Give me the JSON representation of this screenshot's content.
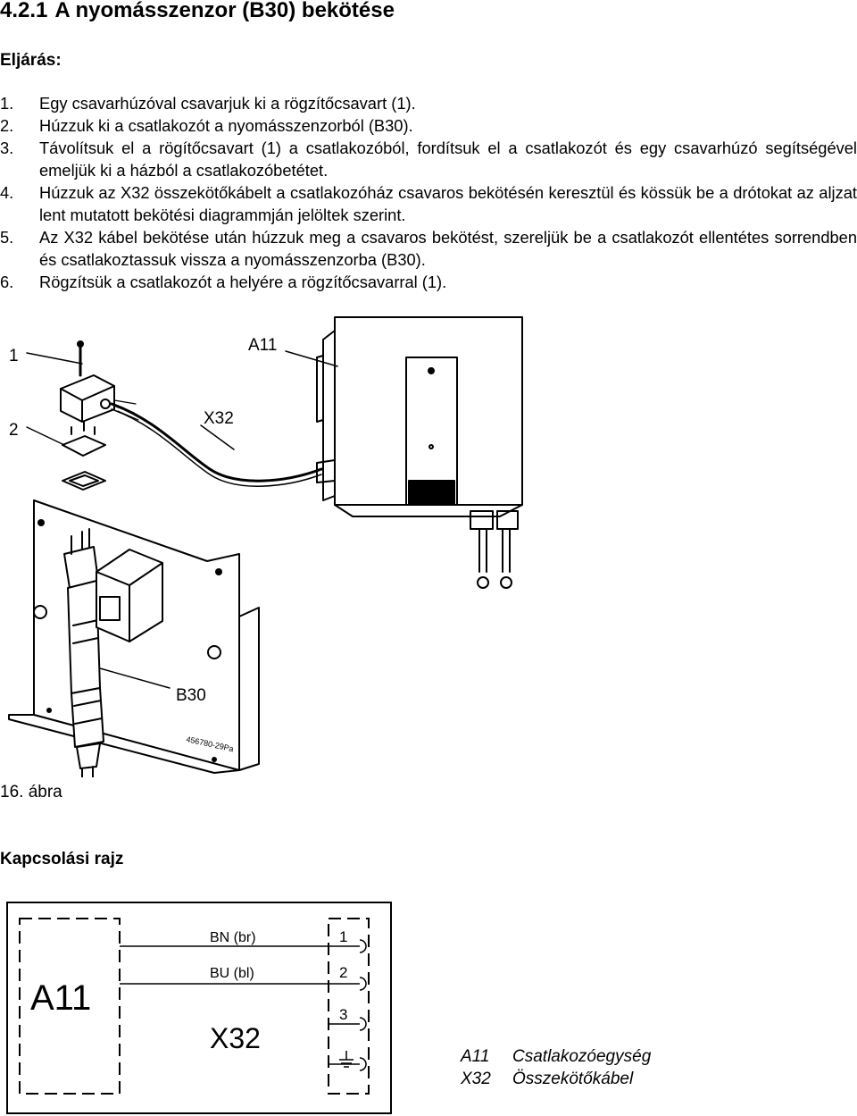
{
  "section": {
    "number": "4.2.1",
    "title": "A nyomásszenzor (B30) bekötése"
  },
  "procedure_label": "Eljárás:",
  "steps": [
    {
      "n": "1.",
      "text": "Egy csavarhúzóval csavarjuk ki a rögzítőcsavart (1)."
    },
    {
      "n": "2.",
      "text": "Húzzuk ki a csatlakozót a nyomásszenzorból (B30)."
    },
    {
      "n": "3.",
      "text": "Távolítsuk el a rögítőcsavart (1) a csatlakozóból, fordítsuk el a csatlakozót és egy csavarhúzó segítségével emeljük ki a házból a csatlakozóbetétet."
    },
    {
      "n": "4.",
      "text": "Húzzuk az X32 összekötőkábelt a csatlakozóház csavaros bekötésén keresztül és kössük be a drótokat az aljzat lent mutatott bekötési diagrammján jelöltek szerint."
    },
    {
      "n": "5.",
      "text": "Az X32 kábel bekötése után húzzuk meg a csavaros bekötést, szereljük be a csatlakozót ellentétes sorrendben és csatlakoztassuk vissza a nyomásszenzorba (B30)."
    },
    {
      "n": "6.",
      "text": "Rögzítsük a csatlakozót a helyére a rögzítőcsavarral (1)."
    }
  ],
  "figure": {
    "labels": {
      "screw": "1",
      "insert": "2",
      "unit": "A11",
      "cable": "X32",
      "sensor": "B30",
      "drawing_no": "456780-29Pa"
    },
    "caption": "16. ábra"
  },
  "schematic": {
    "title": "Kapcsolási rajz",
    "unit": "A11",
    "cable": "X32",
    "wires": [
      "BN (br)",
      "BU (bl)"
    ],
    "terminals": [
      "1",
      "2",
      "3"
    ]
  },
  "legend": [
    {
      "code": "A11",
      "desc": "Csatlakozóegység"
    },
    {
      "code": "X32",
      "desc": "Összekötőkábel"
    }
  ]
}
